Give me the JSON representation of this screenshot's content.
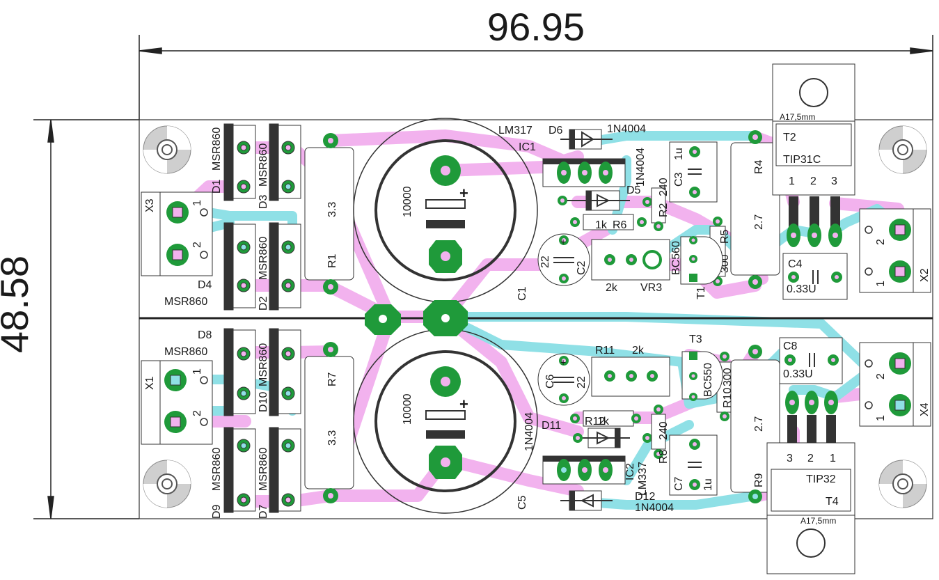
{
  "dimensions": {
    "width": "96.95",
    "height": "48.58"
  },
  "colors": {
    "top_trace": "#f2b2ee",
    "bottom_trace": "#8fe0e6",
    "pad": "#1f9a3a",
    "silk": "#333333",
    "board_line": "#222222"
  },
  "top_half": {
    "connector": "X3",
    "connector_pins": [
      "1",
      "2"
    ],
    "diodes": [
      {
        "ref": "D1",
        "part": "MSR860"
      },
      {
        "ref": "D3",
        "part": "MSR860"
      },
      {
        "ref": "D4",
        "part": "MSR860"
      },
      {
        "ref": "D2",
        "part": "MSR860"
      }
    ],
    "r1": {
      "ref": "R1",
      "value": "3.3"
    },
    "c1": {
      "ref": "C1",
      "value": "10000"
    },
    "regulator": {
      "ref": "IC1",
      "part": "LM317"
    },
    "d6": {
      "ref": "D6",
      "part": "1N4004"
    },
    "d5": {
      "ref": "D5",
      "part": "1N4004"
    },
    "r2": {
      "ref": "R2",
      "value": "240"
    },
    "r6": {
      "ref": "R6",
      "value": "1k"
    },
    "c2": {
      "ref": "C2",
      "value": "22"
    },
    "vr3": {
      "ref": "VR3",
      "value": "2k"
    },
    "t1": {
      "ref": "T1",
      "part": "BC560"
    },
    "r5": {
      "ref": "R5",
      "value": "300"
    },
    "c3": {
      "ref": "C3",
      "value": "1u"
    },
    "r4": {
      "ref": "R4",
      "value": "2.7"
    },
    "c4": {
      "ref": "C4",
      "value": "0.33U"
    },
    "t2": {
      "ref": "T2",
      "part": "TIP31C",
      "heatsink": "A17,5mm",
      "pins": [
        "1",
        "2",
        "3"
      ]
    },
    "out": {
      "ref": "X2",
      "pins": [
        "2",
        "1"
      ]
    }
  },
  "bottom_half": {
    "connector": "X1",
    "connector_pins": [
      "1",
      "2"
    ],
    "diodes": [
      {
        "ref": "D8",
        "part": "MSR860"
      },
      {
        "ref": "D10",
        "part": "MSR860"
      },
      {
        "ref": "D9",
        "part": "MSR860"
      },
      {
        "ref": "D7",
        "part": "MSR860"
      }
    ],
    "r7": {
      "ref": "R7",
      "value": "3.3"
    },
    "c5": {
      "ref": "C5",
      "value": "10000"
    },
    "regulator": {
      "ref": "IC2",
      "part": "LM337"
    },
    "d11": {
      "ref": "D11",
      "part": "1N4004"
    },
    "d12": {
      "ref": "D12",
      "part": "1N4004"
    },
    "r8": {
      "ref": "R8",
      "value": "240"
    },
    "r12": {
      "ref": "R12",
      "value": "1k"
    },
    "c6": {
      "ref": "C6",
      "value": "22"
    },
    "r11": {
      "ref": "R11",
      "value": "2k"
    },
    "t3": {
      "ref": "T3",
      "part": "BC550"
    },
    "r10": {
      "ref": "R10",
      "value": "300"
    },
    "c7": {
      "ref": "C7",
      "value": "1u"
    },
    "r9": {
      "ref": "R9",
      "value": "2.7"
    },
    "c8": {
      "ref": "C8",
      "value": "0.33U"
    },
    "t4": {
      "ref": "T4",
      "part": "TIP32",
      "heatsink": "A17,5mm",
      "pins": [
        "3",
        "2",
        "1"
      ]
    },
    "out": {
      "ref": "X4",
      "pins": [
        "2",
        "1"
      ]
    }
  }
}
